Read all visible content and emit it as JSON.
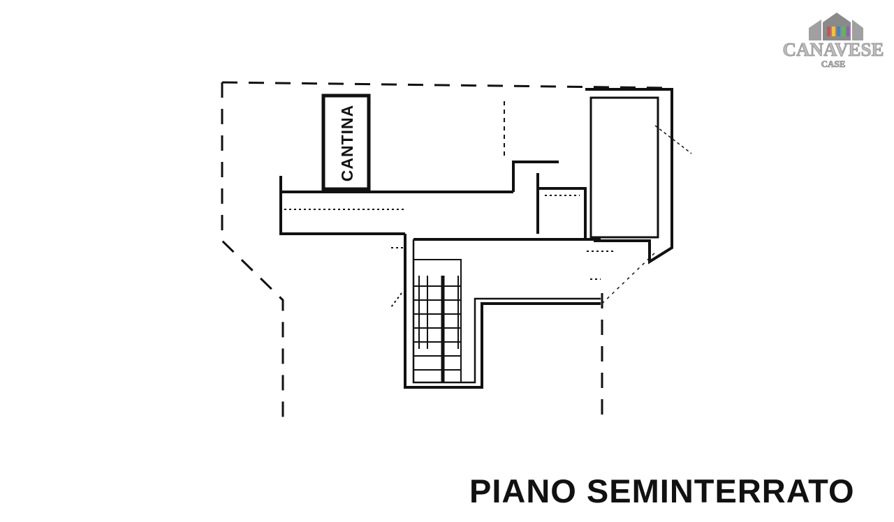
{
  "plan": {
    "room_label": "CANTINA",
    "floor_caption": "PIANO SEMINTERRATO"
  },
  "logo": {
    "brand": "CANAVESE",
    "sub": "CASE",
    "colors": [
      "#e04a4a",
      "#f2c230",
      "#3a86d0",
      "#5cb85c",
      "#9b59b6"
    ]
  }
}
